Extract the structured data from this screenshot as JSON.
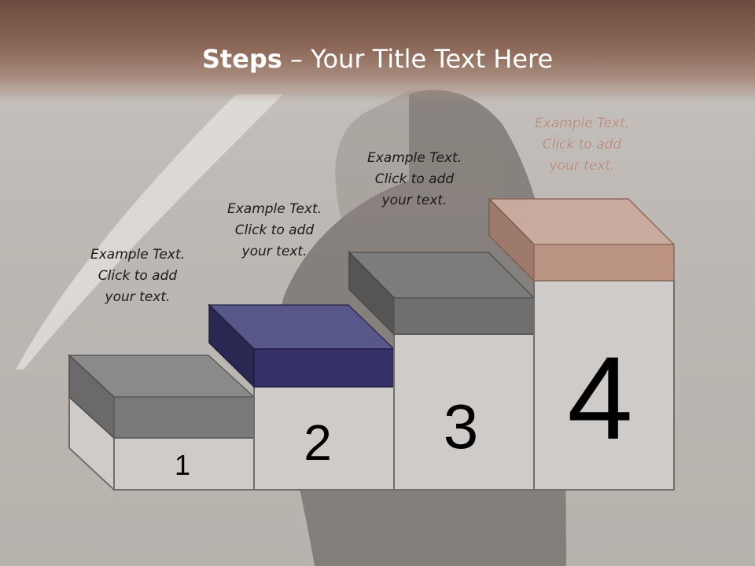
{
  "slide": {
    "title_bold": "Steps",
    "title_rest": " – Your Title Text Here"
  },
  "steps": [
    {
      "number": "1",
      "caption_line1": "Example Text.",
      "caption_line2": "Click  to add",
      "caption_line3": "your text.",
      "color": "#7a7a7a"
    },
    {
      "number": "2",
      "caption_line1": "Example Text.",
      "caption_line2": "Click  to add",
      "caption_line3": "your text.",
      "color": "#353066"
    },
    {
      "number": "3",
      "caption_line1": "Example Text.",
      "caption_line2": "Click  to add",
      "caption_line3": "your text.",
      "color": "#6f6f6f"
    },
    {
      "number": "4",
      "caption_line1": "Example Text.",
      "caption_line2": "Click  to add",
      "caption_line3": "your text.",
      "color": "#bb9483"
    }
  ]
}
